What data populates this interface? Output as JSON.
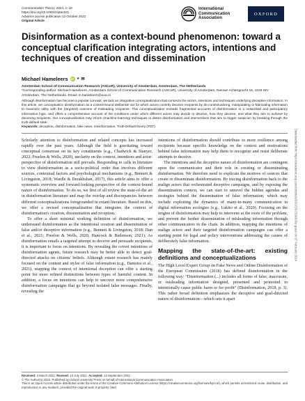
{
  "header": {
    "journal": "Communication Theory, 2023, 1–10",
    "doi": "https://doi.org/10.1093/ct/qtac021",
    "advance": "Advance access publication 12 October 2022",
    "article_type": "Original Article"
  },
  "logos": {
    "ica": "International Communication Association",
    "oxford": "OXFORD"
  },
  "title": "Disinformation as a context-bound phenomenon: toward a conceptual clarification integrating actors, intentions and techniques of creation and dissemination",
  "author": {
    "name": "Michael Hameleers",
    "orcid_label": "iD"
  },
  "affiliation": {
    "line": "Amsterdam School of Communication Research (ASCoR), University of Amsterdam, Amsterdam, The Netherlands",
    "corresponding": "*Corresponding author: Michael Hameleers, Amsterdam School of Communication Research (ASCoR), University of Amsterdam, Nieuwe Achtergracht 16, 1018 WV Amsterdam, The Netherlands. Email: m.hameleers@uva.nl"
  },
  "abstract": "Although disinformation has become a popular concept, we lack an integrative conceptualization that connects the actors, intentions and techniques underlying deceptive information. In this article, we conceptualize disinformation as a context-bound deliberate act for which actors covertly deceive recipients by de-contextualizing, manipulating or fabricating information to maximize utility with the (targeted) outcome of misleading recipients. This conceptualization embeds fragmented accounts of disinformation in a networked and participatory information logic, and offers a comprehensive account of the conditions under which different actors may decide to deceive, how they deceive, and what they aim to achieve by deceiving recipients. Our conceptualization may inform (machine-learning) techniques to detect disinformation and interventions that aim to trigger suspicion by breaking through the truth-default state.",
  "keywords": {
    "label": "Keywords:",
    "text": "deception, disinformation, fake news, misinformation, Truth-Default theory (TDT)"
  },
  "body_left": [
    "Scholarly attention to disinformation and related concepts has increased rapidly over the past years. Although the field is gravitating toward conceptual consensus on its key constituents (e.g., Chadwick & Stanyer, 2022; Freelon & Wells, 2020), unclarity on the context, intentions and actor-perspective of disinformation still prevails. Responding to calls in literature to view disinformation as a socio-political order that involves different sources, contextual factors and psychological mechanisms (e.g., Bennett & Livingston, 2018; Wardle & Derakhshan, 2017), this article aims to offer a systematic overview and forward-looking perspective of the context-bound nature of disinformation. To do so, we first of all review the state-of-the art in disinformation literature and map the overlap and discrepancies between different conceptualizations foregrounded in extant literature. Based on this, we offer a revised conceptualization that integrates the context of disinformation's creation, dissemination and reception.",
    "To offer a short minimal working definition of disinformation, we understand disinformation as the intentional creation and dissemination of false and/or deceptive information (e.g., Bennett & Livingston, 2018; Dan et al., 2021; Freelon & Wells, 2020; Hancock & Bailenson, 2021). As disinformation entails a targeted attempt to deceive and persuade recipients, it is important to focus on intentions. By revealing the covert intentions of disinformation agents, future research may be better able to detect goal-directed attacks on citizens' beliefs. Although extant research has mainly focused on the content and styles of false information (e.g., Damstra et al., 2021), mapping the context of intentional deception can offer a starting point for more refined distinctions between types of harmful content. In addition, a focus on intentions can help to uncover more comprehensive disinformation campaigns that go beyond isolated false messages. Finally, revealing the"
  ],
  "body_right": [
    "intentions of disinformation should contribute to more resilience among recipients because specific knowledge on the context and motivations behind false information may help them to recognize and resist deliberate attempts to deceive.",
    "The intentions and the deceptive nature of disinformation are contingent upon the communicator and their role in creating or disseminating disinformation. We therefore need to explicate the motives of sources that create or disseminate disinformation. By tracing disinformation back to the malign actors that orchestrated deceptive campaigns, and by exposing the dissemination context, we can start to unravel the hidden agendas and strategies behind the dissemination of false information, which may include exploiting the dynamics of many-to-many communication in digital information ecologies (e.g., Lukito et al., 2020). Focusing on the origins of disinformation may help to intervene at the roots of the problem, and prevent the further dissemination of misleading information through other communicators in the chain. In addition, mapping the intentions of malign actors and their targeted disinformation campaigns can offer a starting point for legal and policy interventions addressing the causes of deliberately false information."
  ],
  "section_heading": "Mapping the state-of-the-art: existing definitions and conceptualizations",
  "body_right_after": "The High Level Expert Group on Fake News and Online Disinformation of the European Commission (2018) has defined disinformation in the following way: \"Disinformation (...) includes all forms of false, inaccurate, or misleading information designed, presented and promoted to intentionally cause public harm or for profit\" (Disinformation, 2018, p. 3). This rather broad definition emphasizes the deceptive and goal-directed nature of disinformation—which sets it apart",
  "side_note": "Downloaded from https://academic.oup.com/ct/article/33/1/1/6759930 by guest on 07 February 2024",
  "footer": {
    "dates_received_label": "Received:",
    "dates_received": "4 March 2022.",
    "dates_revised_label": "Revised:",
    "dates_revised": "13 July 2022.",
    "dates_accepted_label": "Accepted:",
    "dates_accepted": "12 September 2022",
    "copyright": "© The Author(s) 2022. Published by Oxford University Press on behalf of International Communication Association.",
    "license": "This is an Open Access article distributed under the terms of the Creative Commons Attribution License (https://creativecommons.org/licenses/by/4.0/), which permits unrestricted reuse, distribution, and reproduction in any medium, provided the original work is properly cited."
  },
  "colors": {
    "link": "#1f5ea8",
    "oxford_bg": "#0d2145",
    "orcid": "#a6ce39"
  }
}
